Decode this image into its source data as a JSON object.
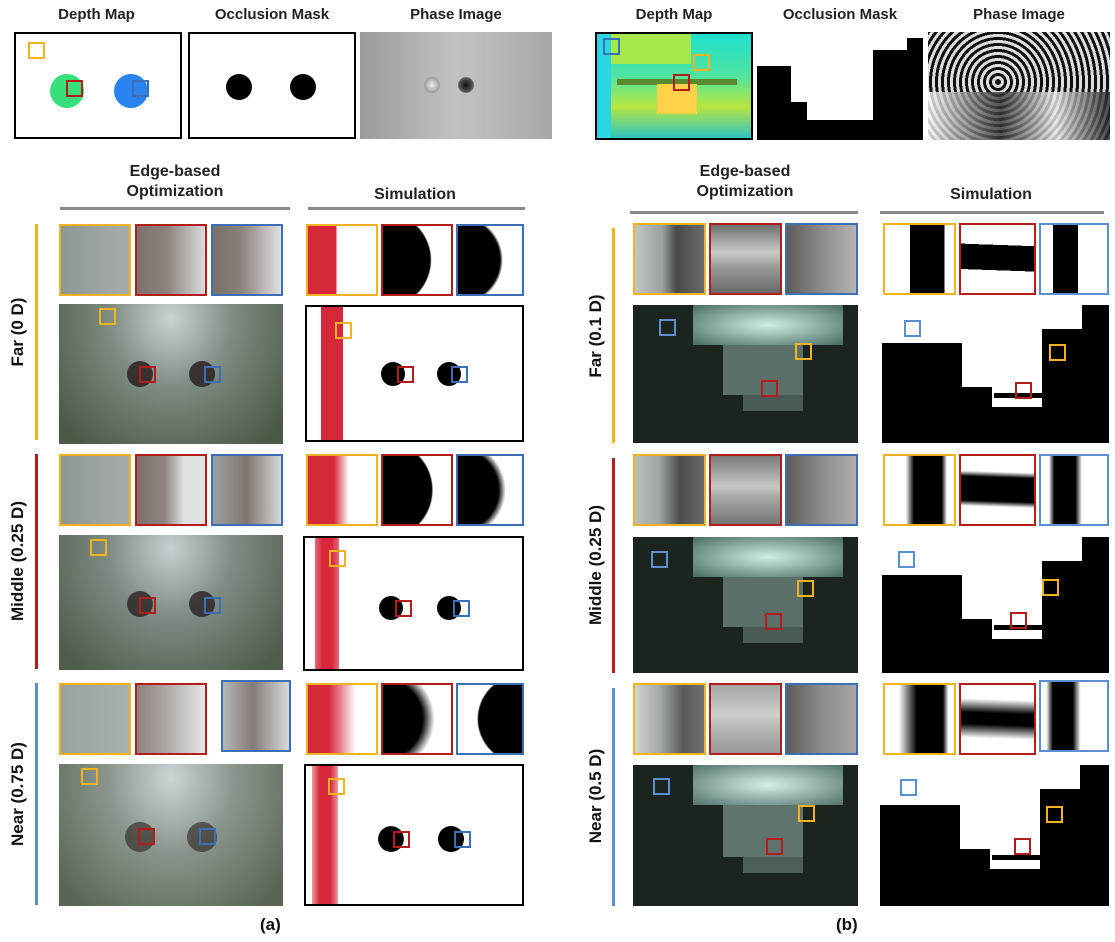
{
  "colors": {
    "yellow": "#f4b120",
    "red": "#b51c1c",
    "blue": "#3b6fb8",
    "bar_red": "#d6283a",
    "rule": "#8a8a8a"
  },
  "panel_a": {
    "top_labels": [
      "Depth Map",
      "Occlusion Mask",
      "Phase Image"
    ],
    "col_headers": {
      "opt": "Edge-based\nOptimization",
      "sim": "Simulation"
    },
    "rows": [
      "Far (0 D)",
      "Middle (0.25 D)",
      "Near (0.75 D)"
    ],
    "label": "(a)"
  },
  "panel_b": {
    "top_labels": [
      "Depth Map",
      "Occlusion Mask",
      "Phase Image"
    ],
    "col_headers": {
      "opt": "Edge-based\nOptimization",
      "sim": "Simulation"
    },
    "rows": [
      "Far (0.1 D)",
      "Middle (0.25 D)",
      "Near (0.5 D)"
    ],
    "label": "(b)"
  }
}
